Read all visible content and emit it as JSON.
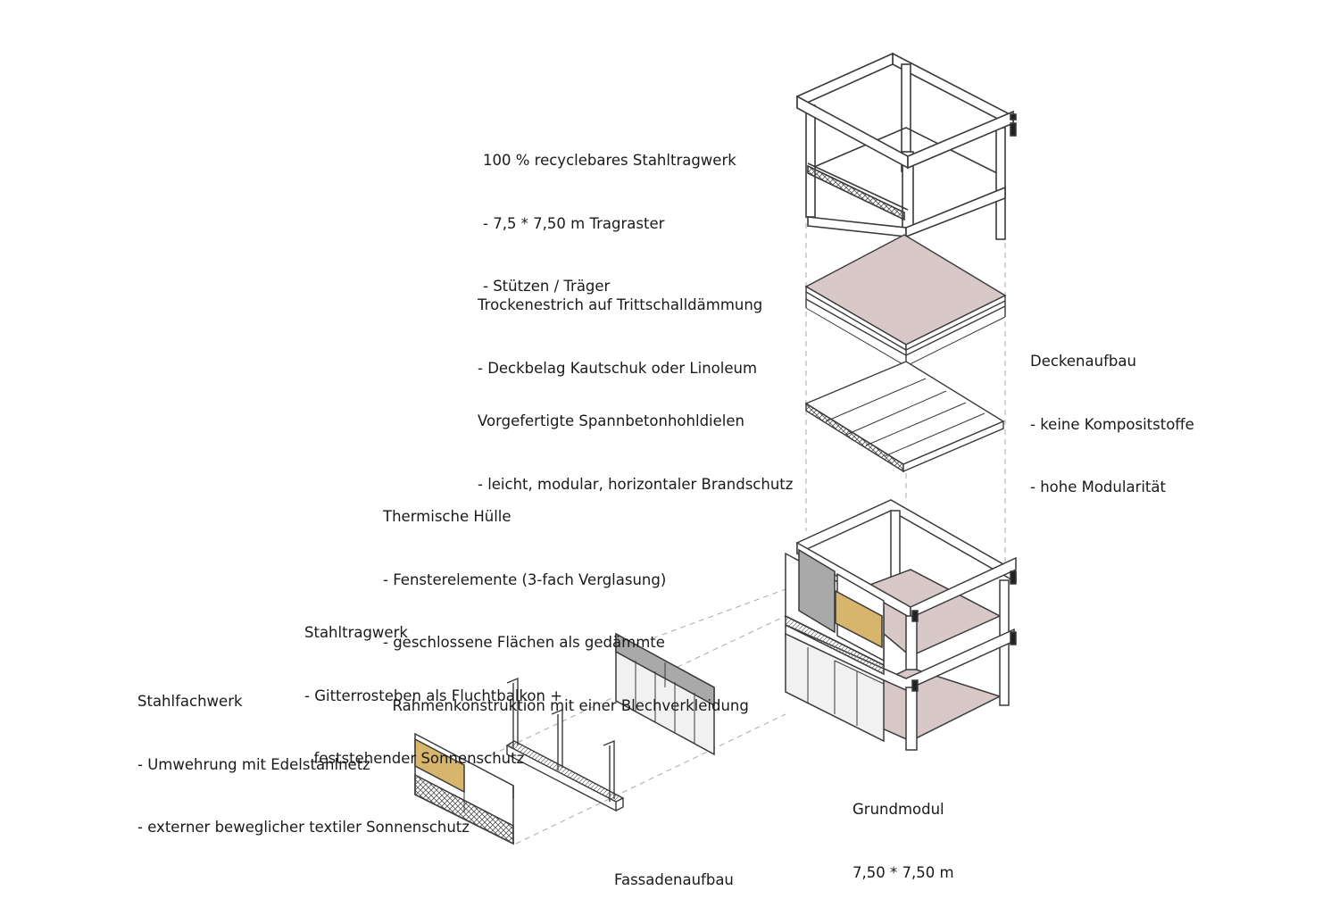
{
  "annotations": {
    "stahltragwerk_top": {
      "title": "100 % recyclebares Stahltragwerk",
      "lines": [
        "- 7,5 * 7,50 m Tragraster",
        "- Stützen / Träger"
      ]
    },
    "trockenestrich": {
      "title": "Trockenestrich auf Trittschalldämmung",
      "lines": [
        "- Deckbelag Kautschuk oder Linoleum"
      ]
    },
    "spannbeton": {
      "title": "Vorgefertigte Spannbetonhohldielen",
      "lines": [
        "- leicht, modular, horizontaler Brandschutz"
      ]
    },
    "deckenaufbau": {
      "title": "Deckenaufbau",
      "lines": [
        "- keine Kompositstoffe",
        "- hohe Modularität"
      ]
    },
    "thermische_huelle": {
      "title": "Thermische Hülle",
      "lines": [
        "- Fensterelemente (3-fach Verglasung)",
        "- geschlossene Flächen als gedämmte",
        "  Rahmenkonstruktion mit einer Blechverkleidung"
      ]
    },
    "stahltragwerk_balkon": {
      "title": "Stahltragwerk",
      "lines": [
        "- Gitterrosteben als Fluchtbalkon +",
        "  feststehender Sonnenschutz"
      ]
    },
    "stahlfachwerk": {
      "title": "Stahlfachwerk",
      "lines": [
        "- Umwehrung mit Edelstahlnetz",
        "- externer beweglicher textiler Sonnenschutz"
      ]
    },
    "grundmodul": {
      "title": "Grundmodul",
      "lines": [
        "7,50 * 7,50 m"
      ]
    },
    "fassadenaufbau": {
      "title": "Fassadenaufbau",
      "lines": []
    }
  },
  "colors": {
    "line": "#4a4a4a",
    "floor_pink": "#d9c8c8",
    "panel_grey": "#a9a9a9",
    "glass": "#f1f1f1",
    "sun_shade": "#d8b56c",
    "dashed": "#9a9a9a"
  }
}
